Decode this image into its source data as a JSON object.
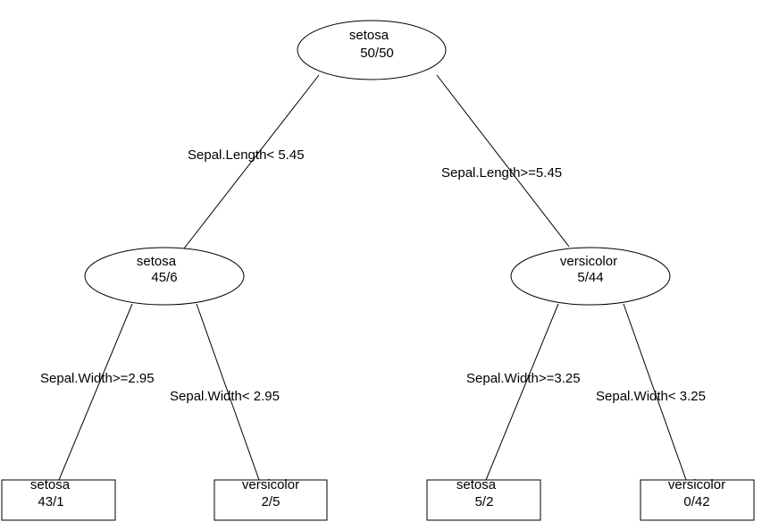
{
  "nodes": {
    "root": {
      "class_label": "setosa",
      "counts": "50/50",
      "shape": "ellipse"
    },
    "left": {
      "class_label": "setosa",
      "counts": "45/6",
      "shape": "ellipse"
    },
    "right": {
      "class_label": "versicolor",
      "counts": "5/44",
      "shape": "ellipse"
    },
    "leaf_ll": {
      "class_label": "setosa",
      "counts": "43/1",
      "shape": "rectangle"
    },
    "leaf_lr": {
      "class_label": "versicolor",
      "counts": "2/5",
      "shape": "rectangle"
    },
    "leaf_rl": {
      "class_label": "setosa",
      "counts": "5/2",
      "shape": "rectangle"
    },
    "leaf_rr": {
      "class_label": "versicolor",
      "counts": "0/42",
      "shape": "rectangle"
    }
  },
  "edges": {
    "root_left": "Sepal.Length< 5.45",
    "root_right": "Sepal.Length>=5.45",
    "left_ll": "Sepal.Width>=2.95",
    "left_lr": "Sepal.Width< 2.95",
    "right_rl": "Sepal.Width>=3.25",
    "right_rr": "Sepal.Width< 3.25"
  }
}
